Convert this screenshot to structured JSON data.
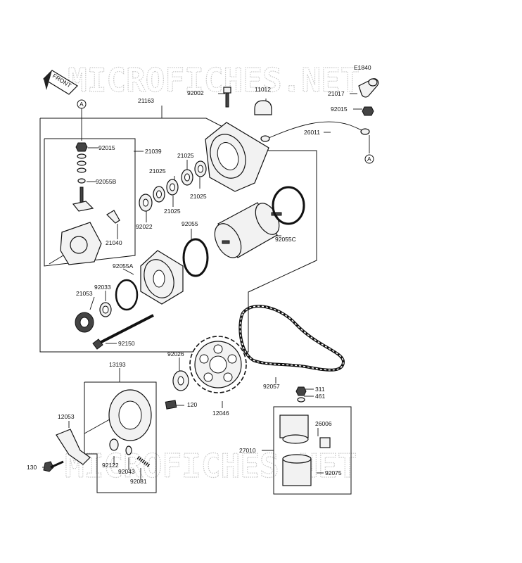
{
  "diagram": {
    "code": "E1840",
    "front_label": "FRONT",
    "watermark": "MICROFICHES.NET",
    "ref_a": "A",
    "parts": {
      "p92002": "92002",
      "p11012": "11012",
      "p21017": "21017",
      "p92015_top": "92015",
      "p26011": "26011",
      "p21163": "21163",
      "p92015_left": "92015",
      "p21039": "21039",
      "p92055b": "92055B",
      "p21040": "21040",
      "p21025_a": "21025",
      "p21025_b": "21025",
      "p21025_c": "21025",
      "p21025_d": "21025",
      "p92022": "92022",
      "p92055": "92055",
      "p92055c": "92055C",
      "p92055a": "92055A",
      "p92033": "92033",
      "p21053": "21053",
      "p92150": "92150",
      "p92026": "92026",
      "p13193": "13193",
      "p120": "120",
      "p12046": "12046",
      "p92057": "92057",
      "p311": "311",
      "p461": "461",
      "p26006": "26006",
      "p27010": "27010",
      "p92075": "92075",
      "p12053": "12053",
      "p130": "130",
      "p92122": "92122",
      "p92043": "92043",
      "p92081": "92081"
    }
  }
}
